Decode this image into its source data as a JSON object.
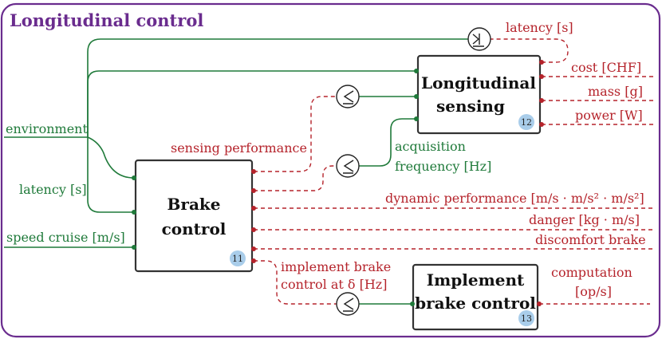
{
  "title": "Longitudinal control",
  "boxes": {
    "brake": {
      "line1": "Brake",
      "line2": "control",
      "badge": "11"
    },
    "sensing": {
      "line1": "Longitudinal",
      "line2": "sensing",
      "badge": "12"
    },
    "implement": {
      "line1": "Implement",
      "line2": "brake control",
      "badge": "13"
    }
  },
  "inputs": {
    "environment": "environment",
    "latency": "latency [s]",
    "speed": "speed cruise [m/s]"
  },
  "sensing_outputs": {
    "latency": "latency [s]",
    "cost": "cost [CHF]",
    "mass": "mass [g]",
    "power": "power [W]"
  },
  "brake_outputs": {
    "sensing_performance": "sensing performance",
    "acquisition_1": "acquisition",
    "acquisition_2": "frequency [Hz]",
    "dynamic": "dynamic performance [m/s · m/s² · m/s²]",
    "danger": "danger [kg · m/s]",
    "discomfort": "discomfort brake",
    "implement_1": "implement brake",
    "implement_2": "control at δ [Hz]"
  },
  "implement_outputs": {
    "computation_1": "computation",
    "computation_2": "[op/s]"
  },
  "colors": {
    "frame": "#6a2c8e",
    "functionality": "#1f7a3a",
    "resource": "#b5232b",
    "badge": "#a9cdea"
  }
}
